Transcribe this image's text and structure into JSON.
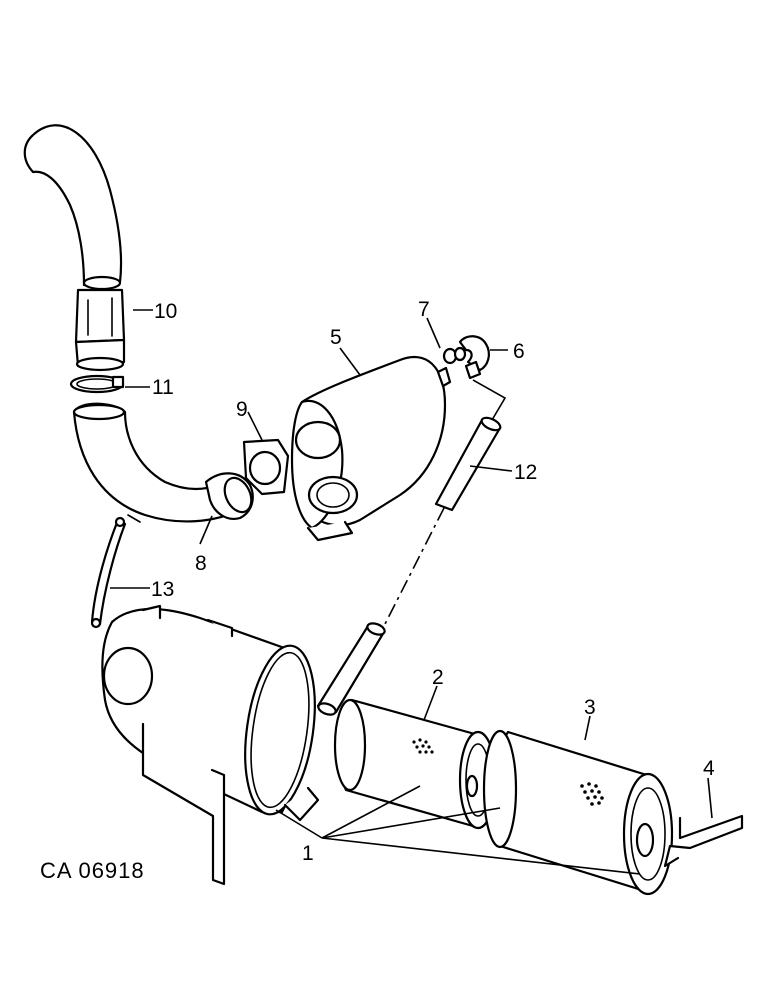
{
  "drawing_code": "CA 06918",
  "callouts": {
    "c1": "1",
    "c2": "2",
    "c3": "3",
    "c4": "4",
    "c5": "5",
    "c6": "6",
    "c7": "7",
    "c8": "8",
    "c9": "9",
    "c10": "10",
    "c11": "11",
    "c12": "12",
    "c13": "13"
  }
}
